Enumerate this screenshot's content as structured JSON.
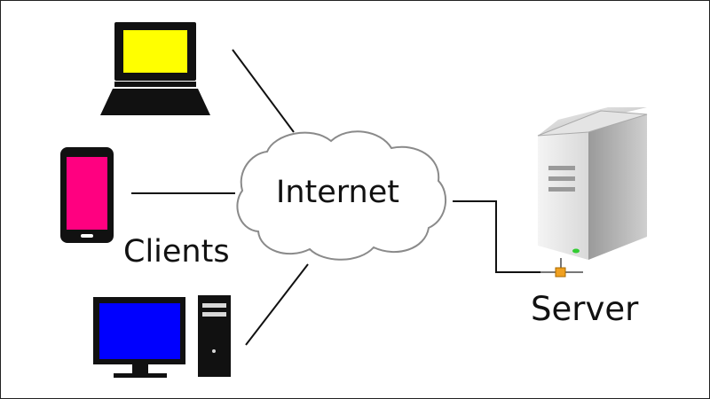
{
  "labels": {
    "internet": "Internet",
    "clients": "Clients",
    "server": "Server"
  },
  "colors": {
    "laptop_screen": "#ffff00",
    "phone_screen": "#ff0080",
    "monitor_screen": "#0000ff",
    "device_body": "#111111",
    "server_body": "#eeeeee",
    "server_led": "#33cc33",
    "connector": "#f0a020"
  },
  "icons": [
    "laptop-icon",
    "smartphone-icon",
    "desktop-computer-icon",
    "cloud-icon",
    "server-tower-icon",
    "network-connector-icon"
  ]
}
